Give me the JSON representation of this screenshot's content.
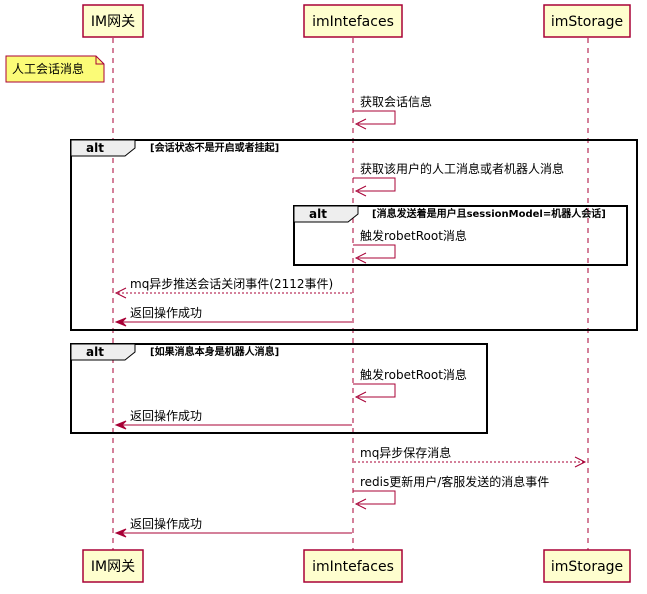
{
  "participants": [
    {
      "id": "im-gateway",
      "label": "IM网关"
    },
    {
      "id": "im-intefaces",
      "label": "imIntefaces"
    },
    {
      "id": "im-storage",
      "label": "imStorage"
    }
  ],
  "note": {
    "text": "人工会话消息"
  },
  "fragments": {
    "alt1": {
      "keyword": "alt",
      "condition": "[会话状态不是开启或者挂起]"
    },
    "alt2": {
      "keyword": "alt",
      "condition": "[消息发送着是用户且sessionModel=机器人会话]"
    },
    "alt3": {
      "keyword": "alt",
      "condition": "[如果消息本身是机器人消息]"
    }
  },
  "messages": {
    "m1": "获取会话信息",
    "m2": "获取该用户的人工消息或者机器人消息",
    "m3": "触发robetRoot消息",
    "m4": "mq异步推送会话关闭事件(2112事件)",
    "m5": "返回操作成功",
    "m6": "触发robetRoot消息",
    "m7": "返回操作成功",
    "m8": "mq异步保存消息",
    "m9": "redis更新用户/客服发送的消息事件",
    "m10": "返回操作成功"
  }
}
